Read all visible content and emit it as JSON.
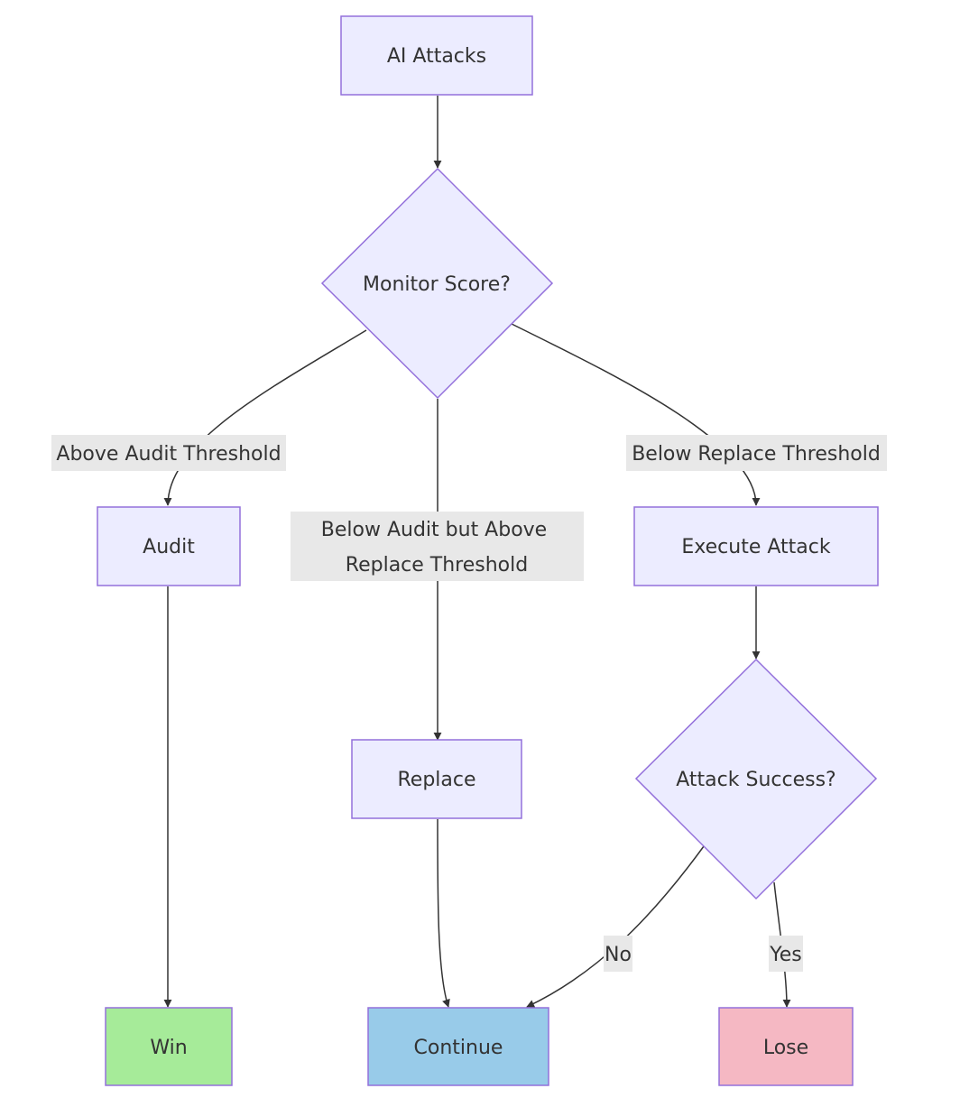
{
  "diagram": {
    "colors": {
      "default_fill": "#ececff",
      "default_stroke": "#9370db",
      "win_fill": "#a6eb99",
      "continue_fill": "#98cbe9",
      "lose_fill": "#f5b8c3",
      "edge": "#333333",
      "label_bg": "#e8e8e8"
    },
    "nodes": {
      "ai_attacks": "AI Attacks",
      "monitor_score": "Monitor Score?",
      "audit": "Audit",
      "replace": "Replace",
      "execute_attack": "Execute Attack",
      "attack_success": "Attack Success?",
      "win": "Win",
      "continue": "Continue",
      "lose": "Lose"
    },
    "edge_labels": {
      "above_audit": "Above Audit Threshold",
      "between_line1": "Below Audit but Above",
      "between_line2": "Replace Threshold",
      "below_replace": "Below Replace Threshold",
      "no": "No",
      "yes": "Yes"
    }
  }
}
